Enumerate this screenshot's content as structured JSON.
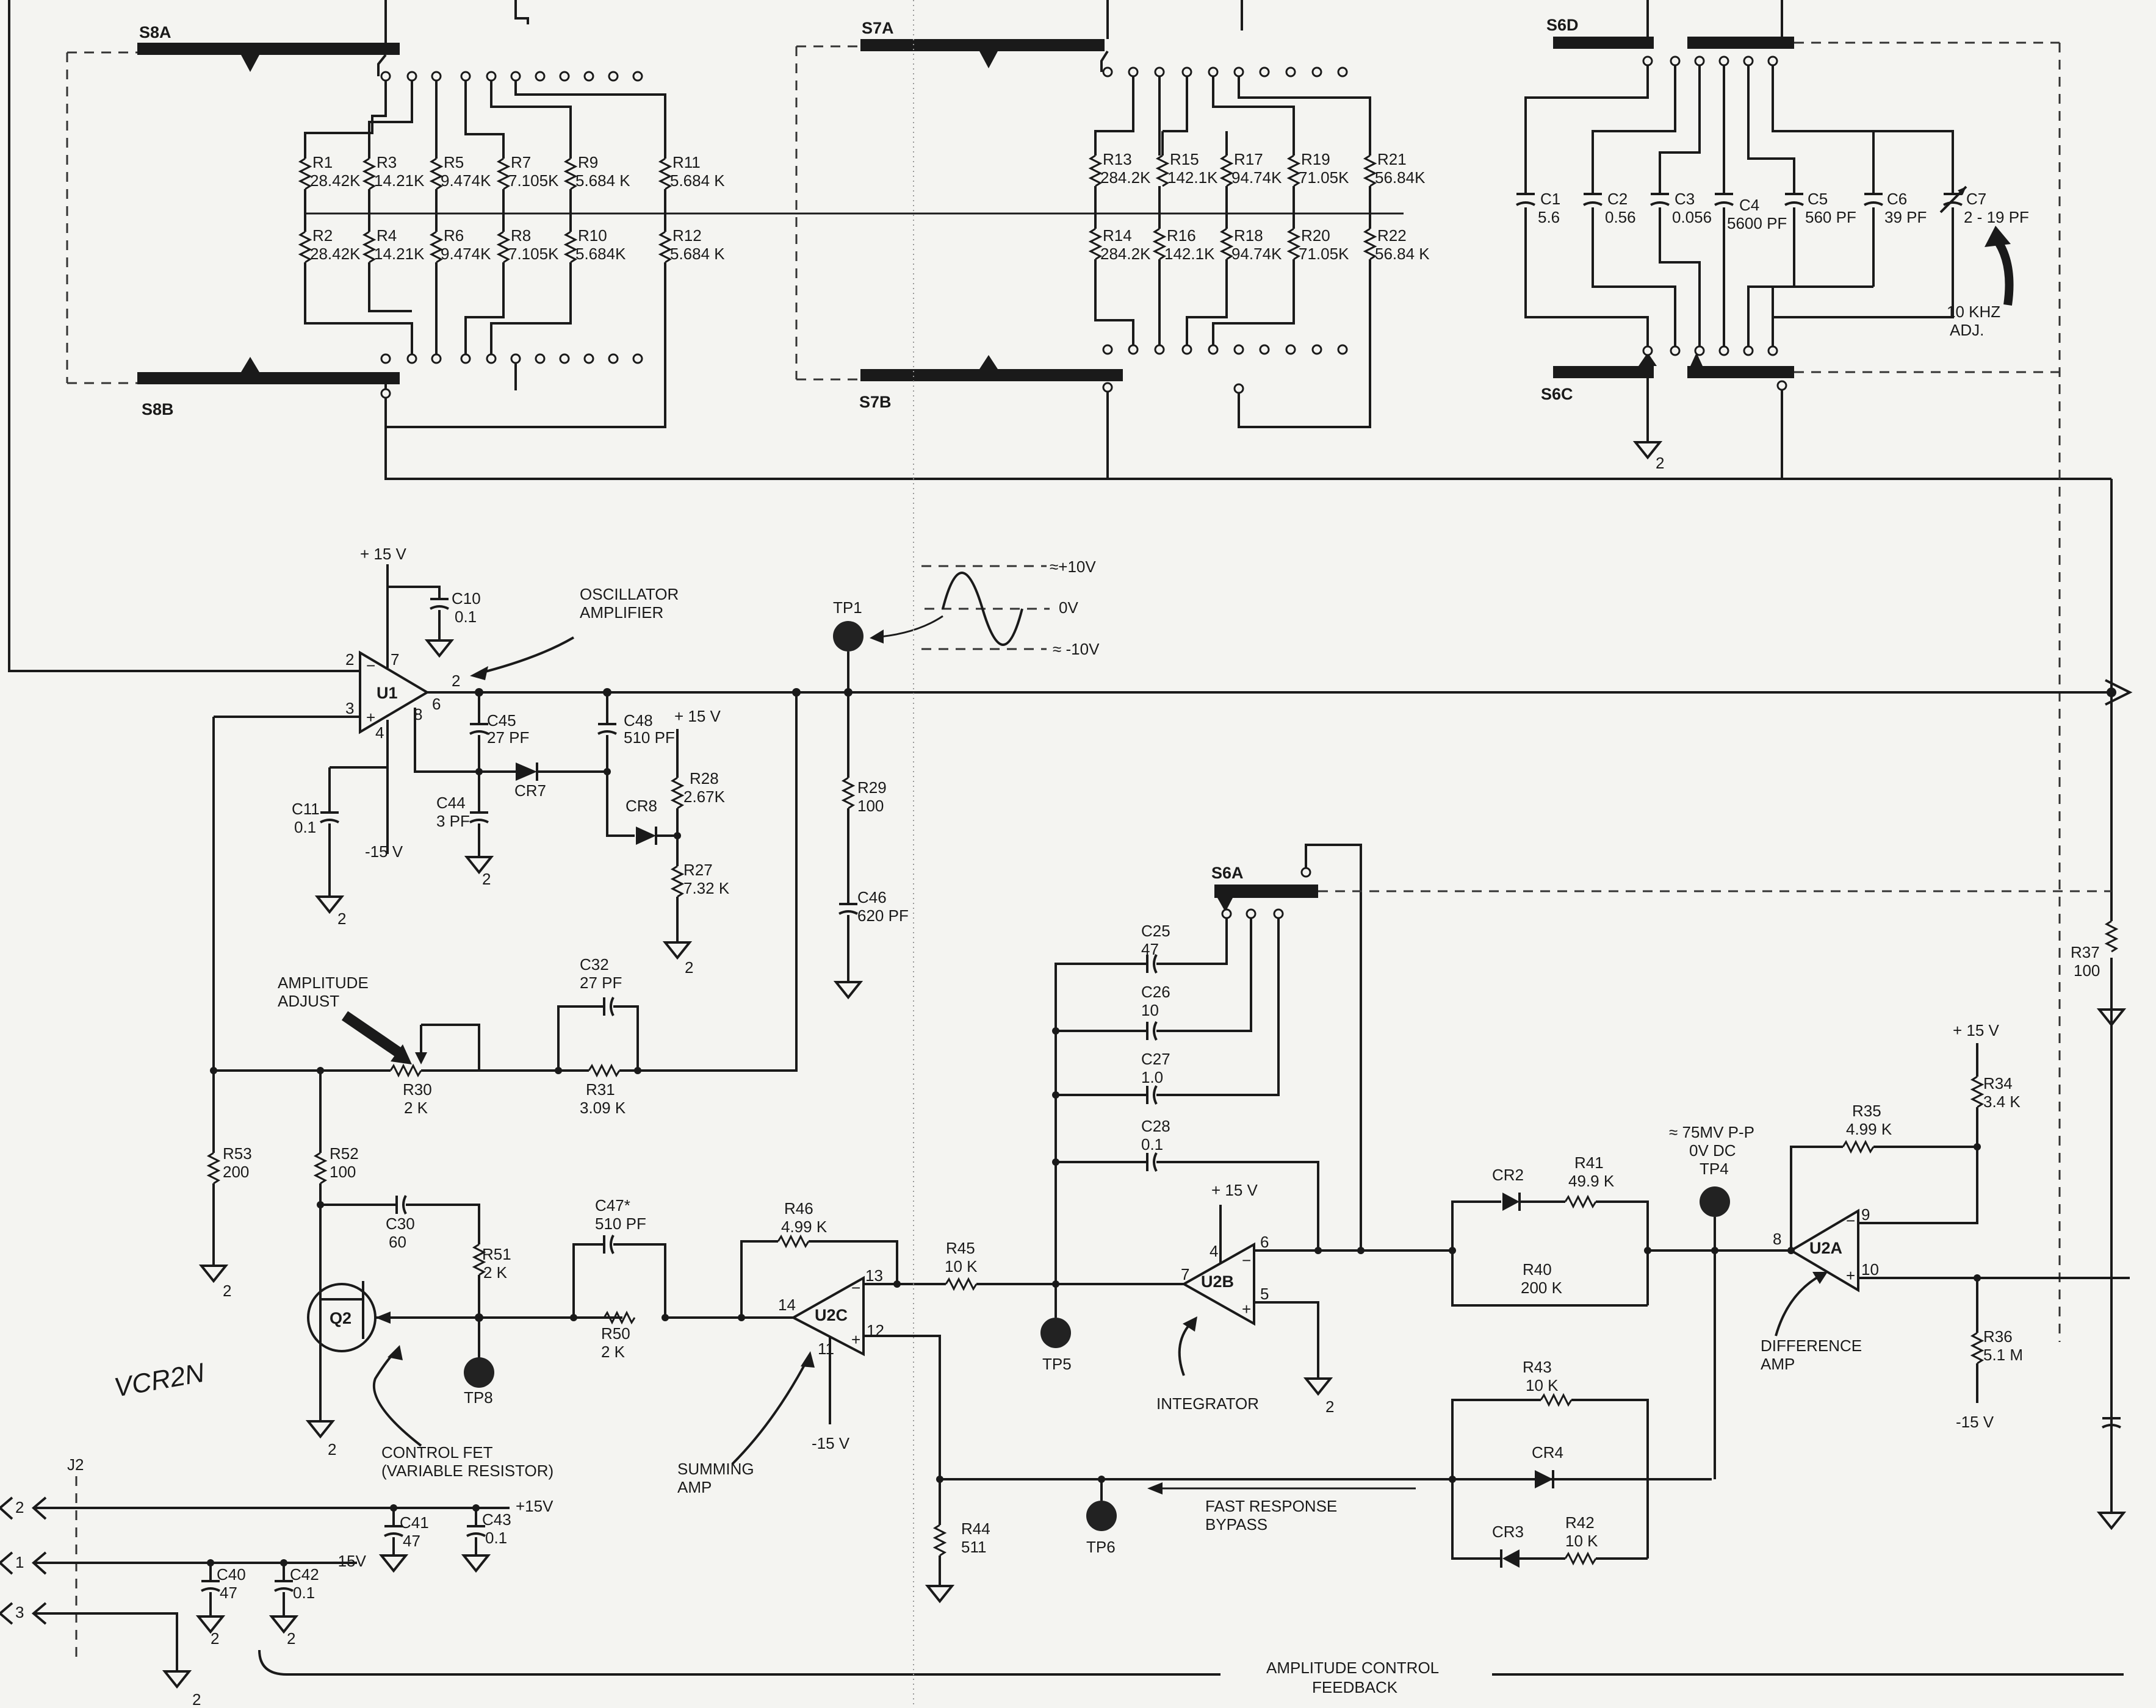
{
  "switches": {
    "s8a": "S8A",
    "s8b": "S8B",
    "s7a": "S7A",
    "s7b": "S7B",
    "s6d": "S6D",
    "s6c": "S6C",
    "s6a": "S6A"
  },
  "resistors_s8": [
    {
      "name": "R1",
      "value": "28.42K"
    },
    {
      "name": "R2",
      "value": "28.42K"
    },
    {
      "name": "R3",
      "value": "14.21K"
    },
    {
      "name": "R4",
      "value": "14.21K"
    },
    {
      "name": "R5",
      "value": "9.474K"
    },
    {
      "name": "R6",
      "value": "9.474K"
    },
    {
      "name": "R7",
      "value": "7.105K"
    },
    {
      "name": "R8",
      "value": "7.105K"
    },
    {
      "name": "R9",
      "value": "5.684 K"
    },
    {
      "name": "R10",
      "value": "5.684K"
    },
    {
      "name": "R11",
      "value": "5.684 K"
    },
    {
      "name": "R12",
      "value": "5.684 K"
    }
  ],
  "resistors_s7": [
    {
      "name": "R13",
      "value": "284.2K"
    },
    {
      "name": "R14",
      "value": "284.2K"
    },
    {
      "name": "R15",
      "value": "142.1K"
    },
    {
      "name": "R16",
      "value": "142.1K"
    },
    {
      "name": "R17",
      "value": "94.74K"
    },
    {
      "name": "R18",
      "value": "94.74K"
    },
    {
      "name": "R19",
      "value": "71.05K"
    },
    {
      "name": "R20",
      "value": "71.05K"
    },
    {
      "name": "R21",
      "value": "56.84K"
    },
    {
      "name": "R22",
      "value": "56.84 K"
    }
  ],
  "capacitors_s6": [
    {
      "name": "C1",
      "value": "5.6"
    },
    {
      "name": "C2",
      "value": "0.56"
    },
    {
      "name": "C3",
      "value": "0.056"
    },
    {
      "name": "C4",
      "value": "5600 PF"
    },
    {
      "name": "C5",
      "value": "560 PF"
    },
    {
      "name": "C6",
      "value": "39 PF"
    },
    {
      "name": "C7",
      "value": "2 - 19 PF"
    }
  ],
  "adj_10khz": [
    "10 KHZ",
    "ADJ."
  ],
  "osc": {
    "plus15": "+ 15 V",
    "minus15": "-15 V",
    "u1": "U1",
    "c10": "C10",
    "c10v": "0.1",
    "c11": "C11",
    "c11v": "0.1",
    "amp_label": [
      "OSCILLATOR",
      "AMPLIFIER"
    ],
    "c45": "C45",
    "c45v": "27 PF",
    "c44": "C44",
    "c44v": "3 PF",
    "cr7": "CR7",
    "cr8": "CR8",
    "c48": "C48",
    "c48v": "510 PF",
    "plus15b": "+ 15 V",
    "r28": "R28",
    "r28v": "2.67K",
    "r27": "R27",
    "r27v": "7.32 K",
    "r29": "R29",
    "r29v": "100",
    "c46": "C46",
    "c46v": "620 PF",
    "tp1": "TP1",
    "wave": {
      "pos": "≈+10V",
      "zero": "0V",
      "neg": "≈ -10V"
    }
  },
  "amplitude": {
    "label": [
      "AMPLITUDE",
      "ADJUST"
    ],
    "r30": "R30",
    "r30v": "2 K",
    "c32": "C32",
    "c32v": "27 PF",
    "r31": "R31",
    "r31v": "3.09 K",
    "r53": "R53",
    "r53v": "200",
    "r52": "R52",
    "r52v": "100"
  },
  "fet": {
    "c30": "C30",
    "c30v": "60",
    "r51": "R51",
    "r51v": "2 K",
    "q2": "Q2",
    "tp8": "TP8",
    "note": "VCR2N",
    "label": [
      "CONTROL FET",
      "(VARIABLE RESISTOR)"
    ]
  },
  "summing": {
    "c47": "C47*",
    "c47v": "510 PF",
    "r50": "R50",
    "r50v": "2 K",
    "r46": "R46",
    "r46v": "4.99 K",
    "u2c": "U2C",
    "minus15": "-15 V",
    "label": [
      "SUMMING",
      "AMP"
    ],
    "r45": "R45",
    "r45v": "10 K",
    "tp5": "TP5",
    "r44": "R44",
    "r44v": "511",
    "tp6": "TP6"
  },
  "integrator": {
    "c25": "C25",
    "c25v": "47",
    "c26": "C26",
    "c26v": "10",
    "c27": "C27",
    "c27v": "1.0",
    "c28": "C28",
    "c28v": "0.1",
    "u2b": "U2B",
    "plus15": "+ 15 V",
    "label": "INTEGRATOR"
  },
  "rectifier": {
    "cr2": "CR2",
    "r41": "R41",
    "r41v": "49.9 K",
    "r40": "R40",
    "r40v": "200 K",
    "tp4": "TP4",
    "tp4_note": [
      "≈ 75MV P-P",
      "0V DC"
    ],
    "r43": "R43",
    "r43v": "10 K",
    "cr4": "CR4",
    "cr3": "CR3",
    "r42": "R42",
    "r42v": "10 K",
    "fast": [
      "FAST RESPONSE",
      "BYPASS"
    ]
  },
  "diff": {
    "plus15": "+ 15 V",
    "minus15": "-15 V",
    "r34": "R34",
    "r34v": "3.4 K",
    "r35": "R35",
    "r35v": "4.99 K",
    "u2a": "U2A",
    "r36": "R36",
    "r36v": "5.1 M",
    "r37": "R37",
    "r37v": "100",
    "label": [
      "DIFFERENCE",
      "AMP"
    ]
  },
  "power": {
    "j2": "J2",
    "plus15": "+15V",
    "minus15": "-15V",
    "c41": "C41",
    "c41v": "47",
    "c43": "C43",
    "c43v": "0.1",
    "c40": "C40",
    "c40v": "47",
    "c42": "C42",
    "c42v": "0.1"
  },
  "feedback": [
    "AMPLITUDE CONTROL",
    "FEEDBACK"
  ],
  "pins": {
    "u1": {
      "p7": "7",
      "p2": "2",
      "p3": "3",
      "p4": "4",
      "p6": "6",
      "p8": "8",
      "ref": "2"
    },
    "u2c": {
      "p13": "13",
      "p14": "14",
      "p12": "12",
      "p11": "11"
    },
    "u2b": {
      "p4": "4",
      "p6": "6",
      "p7": "7",
      "p5": "5"
    },
    "u2a": {
      "p8": "8",
      "p9": "9",
      "p10": "10"
    },
    "gnd": "2",
    "j2": {
      "a": "2",
      "b": "1",
      "c": "3"
    }
  }
}
